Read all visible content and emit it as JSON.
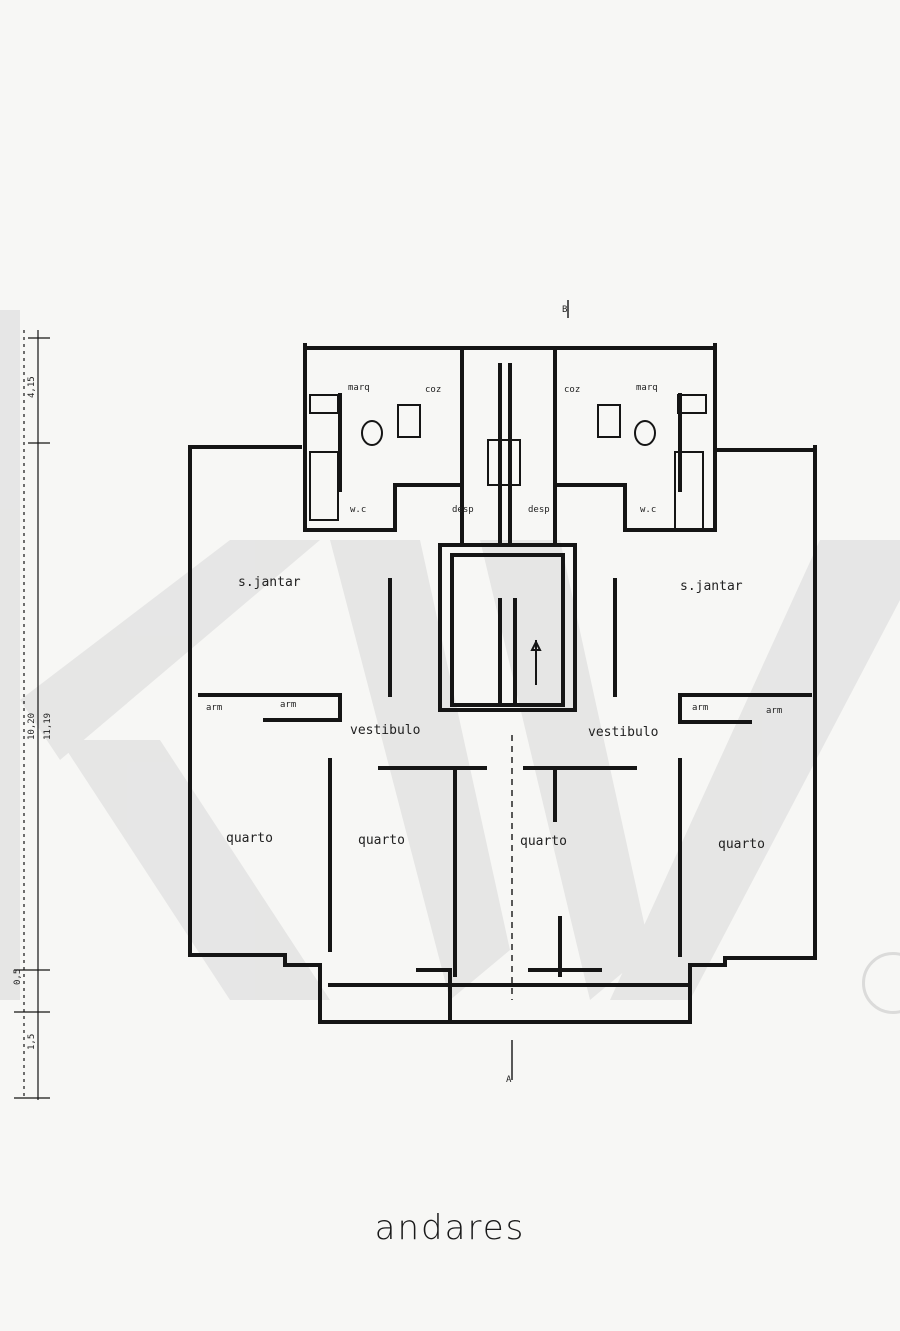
{
  "title": "andares",
  "rooms": {
    "s_jantar_left": "s.jantar",
    "s_jantar_right": "s.jantar",
    "vestibulo_left": "vestibulo",
    "vestibulo_right": "vestibulo",
    "quarto_1": "quarto",
    "quarto_2": "quarto",
    "quarto_3": "quarto",
    "quarto_4": "quarto",
    "marq_left": "marq",
    "marq_right": "marq",
    "coz_left": "coz",
    "coz_right": "coz",
    "wc_left": "w.c",
    "wc_right": "w.c",
    "desp_left": "desp",
    "desp_right": "desp",
    "arm_1": "arm",
    "arm_2": "arm",
    "arm_3": "arm",
    "arm_4": "arm"
  },
  "dimensions": {
    "top": "4,15",
    "total_a": "10,20",
    "total_b": "11,19",
    "bottom_a": "1,5",
    "bottom_b": "0,5"
  },
  "markers": {
    "section_top": "B",
    "section_bottom": "A"
  },
  "colors": {
    "line": "#151515",
    "paper": "#f7f7f5",
    "watermark": "#d4d4d4"
  },
  "icons": {
    "watermark": "kw-watermark-icon",
    "registered": "registered-mark-icon"
  }
}
